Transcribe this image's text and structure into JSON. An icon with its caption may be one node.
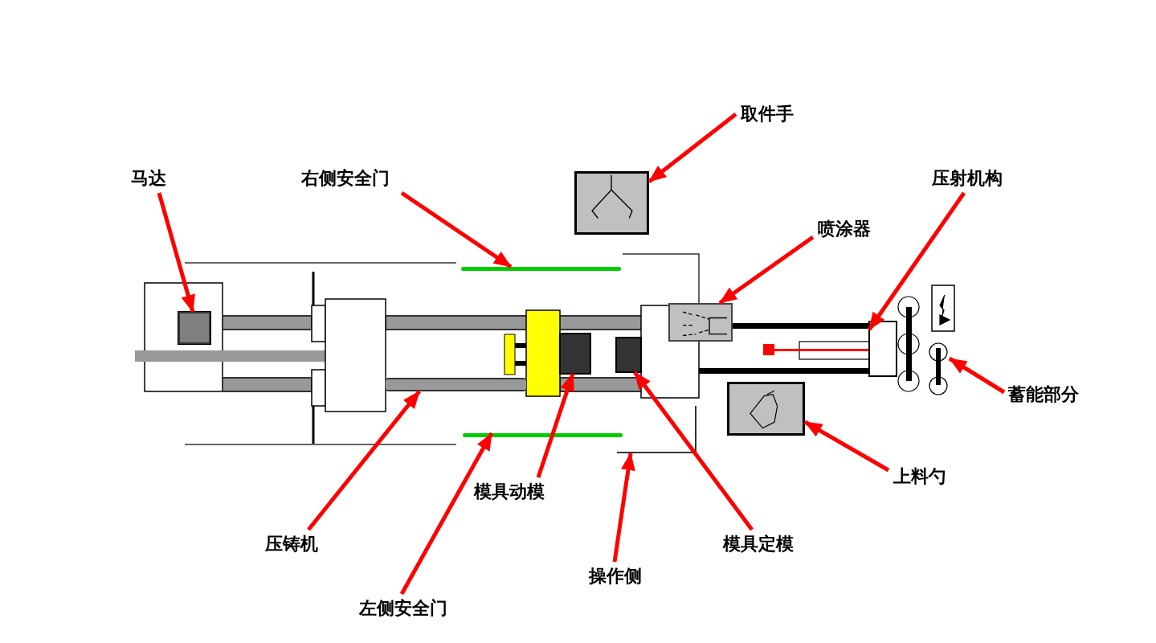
{
  "diagram": {
    "nodes": [
      {
        "text": [
          "取件手"
        ]
      },
      {
        "text": [
          "马达"
        ]
      },
      {
        "text": [
          "右侧安全门"
        ]
      },
      {
        "text": [
          "喷涂器"
        ]
      },
      {
        "text": [
          "压射机构"
        ]
      },
      {
        "text": [
          "蓄能部分"
        ]
      },
      {
        "text": [
          "上料勺"
        ]
      },
      {
        "text": [
          "模具定模"
        ]
      },
      {
        "text": [
          "操作侧"
        ]
      },
      {
        "text": [
          "模具动模"
        ]
      },
      {
        "text": [
          "压铸机"
        ]
      },
      {
        "text": [
          "左侧安全门"
        ]
      },
      {
        "text": [],
        "shape": "picture"
      },
      {
        "text": [],
        "shape": "box"
      },
      {
        "text": [],
        "shape": "bar"
      },
      {
        "text": [],
        "shape": "picture"
      },
      {
        "text": [],
        "shape": "box"
      },
      {
        "text": [],
        "shape": "picture"
      },
      {
        "text": [],
        "shape": "picture"
      },
      {
        "text": [],
        "shape": "box"
      },
      {
        "text": [],
        "shape": "line"
      },
      {
        "text": [],
        "shape": "box"
      },
      {
        "text": [],
        "shape": "bar"
      },
      {
        "text": [],
        "shape": "bar"
      }
    ],
    "edges": [
      {
        "from": 0,
        "to": 12,
        "arrow": "to"
      },
      {
        "from": 1,
        "to": 13,
        "arrow": "to"
      },
      {
        "from": 2,
        "to": 14,
        "arrow": "to"
      },
      {
        "from": 3,
        "to": 15,
        "arrow": "to"
      },
      {
        "from": 4,
        "to": 16,
        "arrow": "to"
      },
      {
        "from": 5,
        "to": 17,
        "arrow": "to"
      },
      {
        "from": 6,
        "to": 18,
        "arrow": "to"
      },
      {
        "from": 7,
        "to": 19,
        "arrow": "to"
      },
      {
        "from": 8,
        "to": 20,
        "arrow": "to"
      },
      {
        "from": 9,
        "to": 21,
        "arrow": "to"
      },
      {
        "from": 10,
        "to": 22,
        "arrow": "to"
      },
      {
        "from": 11,
        "to": 23,
        "arrow": "to"
      }
    ]
  }
}
